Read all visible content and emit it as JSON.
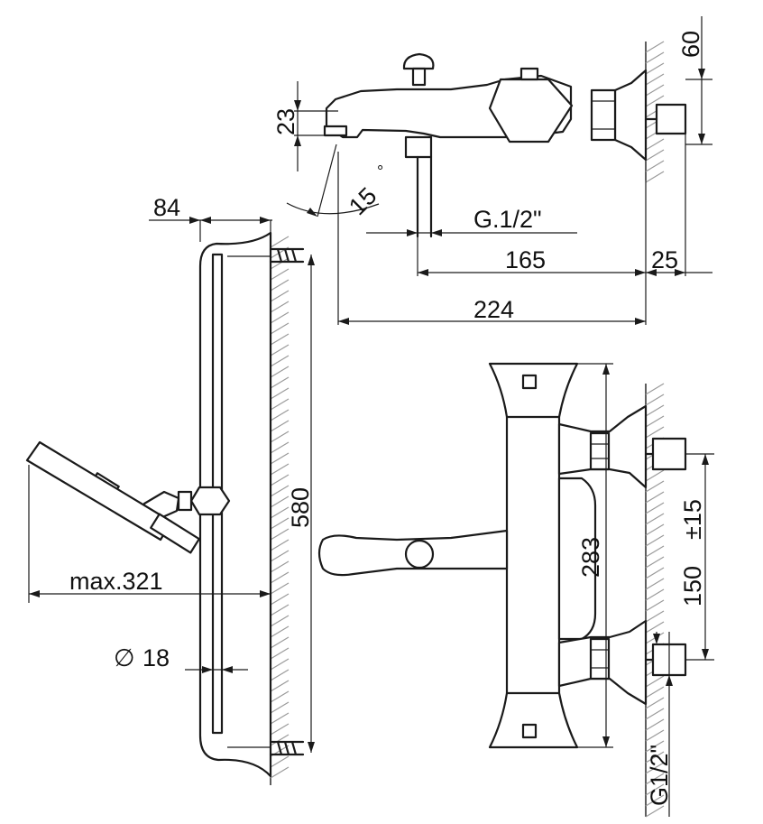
{
  "dimensions": {
    "spout_height": "23",
    "angle": "15",
    "angle_unit": "°",
    "thread_spout": "G.1/2\"",
    "offset_165": "165",
    "offset_25": "25",
    "projection_224": "224",
    "wall_60": "60",
    "bar_depth": "84",
    "bar_length": "580",
    "hose_reach": "max.321",
    "diameter_symbol": "∅",
    "diameter": "18",
    "body_height": "283",
    "centers": "150",
    "tolerance": "±15",
    "thread_inlet": "G1/2\""
  },
  "colors": {
    "line": "#1a1a1a",
    "hatch": "#9a9a9a"
  }
}
